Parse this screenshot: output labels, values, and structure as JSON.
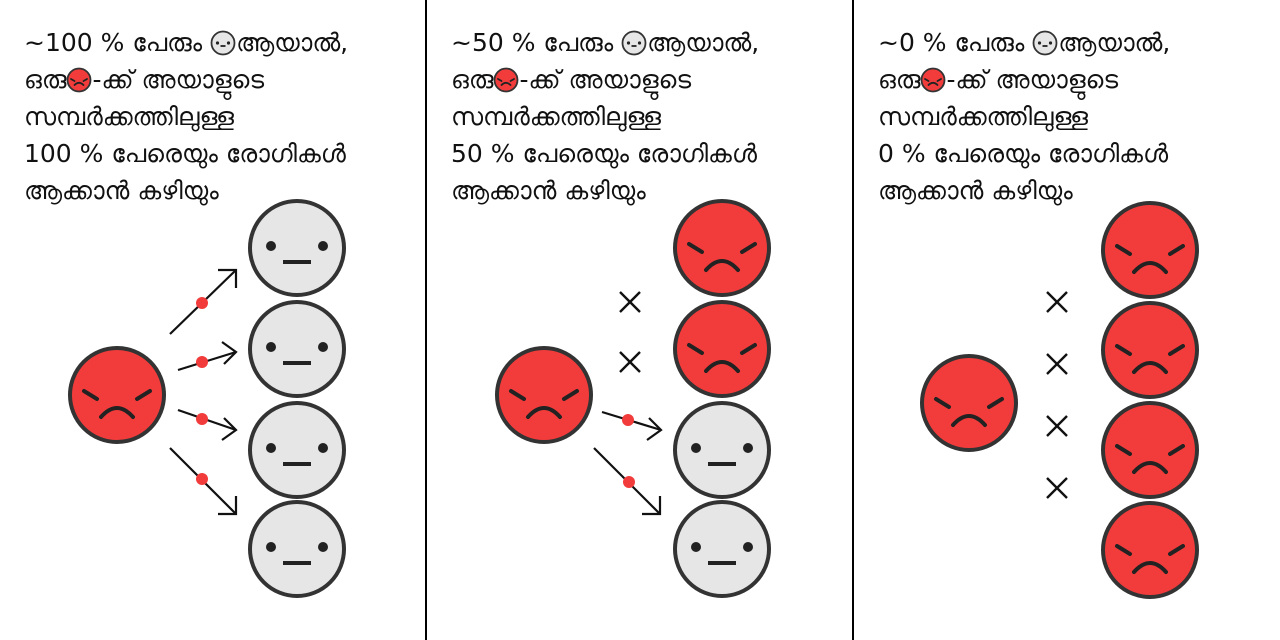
{
  "colors": {
    "sick_face": "#f23c3c",
    "healthy_face": "#e6e6e6",
    "outline": "#333333",
    "transmission_dot": "#f23c3c"
  },
  "panels": [
    {
      "percent": 100,
      "caption": {
        "l1_pre": "~100 % പേരും",
        "l1_post": "ആയാൽ,",
        "l2_pre": "ഒരു",
        "l2_post": "-ക്ക് അയാളുടെ",
        "l3": "സമ്പർക്കത്തിലുള്ള",
        "l4": "100 % പേരെയും രോഗികൾ",
        "l5": "ആക്കാൻ കഴിയും"
      },
      "contacts": [
        "healthy",
        "healthy",
        "healthy",
        "healthy"
      ],
      "links": [
        "transmit",
        "transmit",
        "transmit",
        "transmit"
      ]
    },
    {
      "percent": 50,
      "caption": {
        "l1_pre": "~50 % പേരും",
        "l1_post": "ആയാൽ,",
        "l2_pre": "ഒരു",
        "l2_post": "-ക്ക് അയാളുടെ",
        "l3": "സമ്പർക്കത്തിലുള്ള",
        "l4": "50 % പേരെയും രോഗികൾ",
        "l5": "ആക്കാൻ കഴിയും"
      },
      "contacts": [
        "sick",
        "sick",
        "healthy",
        "healthy"
      ],
      "links": [
        "blocked",
        "blocked",
        "transmit",
        "transmit"
      ]
    },
    {
      "percent": 0,
      "caption": {
        "l1_pre": "~0 % പേരും",
        "l1_post": "ആയാൽ,",
        "l2_pre": "ഒരു",
        "l2_post": "-ക്ക് അയാളുടെ",
        "l3": "സമ്പർക്കത്തിലുള്ള",
        "l4": "0 % പേരെയും രോഗികൾ",
        "l5": "ആക്കാൻ കഴിയും"
      },
      "contacts": [
        "sick",
        "sick",
        "sick",
        "sick"
      ],
      "links": [
        "blocked",
        "blocked",
        "blocked",
        "blocked"
      ]
    }
  ]
}
